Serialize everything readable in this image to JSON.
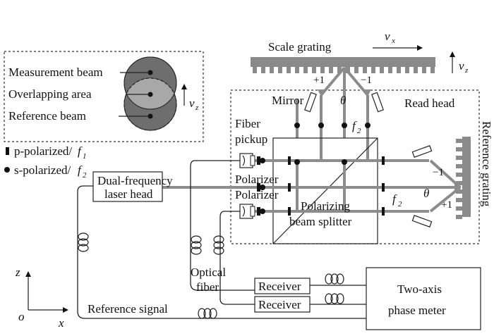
{
  "labels": {
    "scale_grating": "Scale grating",
    "vx": "v",
    "vx_sub": "x",
    "vz": "v",
    "vz_sub": "z",
    "plus1_top": "+1",
    "minus1_top": "−1",
    "theta": "θ",
    "mirror": "Mirror",
    "read_head": "Read head",
    "f2": "f",
    "f2_sub": "2",
    "fiber_pickup_1": "Fiber",
    "fiber_pickup_2": "pickup",
    "polarizer_1": "Polarizer",
    "polarizer_2": "Polarizer",
    "pbs_1": "Polarizing",
    "pbs_2": "beam splitter",
    "reference_grating": "Reference grating",
    "minus1_right": "−1",
    "plus1_right": "+1",
    "p_polarized": "p-polarized/",
    "f1": "f",
    "f1_sub": "1",
    "s_polarized": "s-polarized/",
    "laser_1": "Dual-frequency",
    "laser_2": "laser head",
    "optical_1": "Optical",
    "optical_2": "fiber",
    "receiver_1": "Receiver",
    "receiver_2": "Receiver",
    "phase_1": "Two-axis",
    "phase_2": "phase meter",
    "reference_signal": "Reference signal",
    "axis_z": "z",
    "axis_o": "o",
    "axis_x": "x",
    "measurement_beam": "Measurement beam",
    "overlapping_area": "Overlapping area",
    "reference_beam": "Reference beam"
  },
  "colors": {
    "beam": "#8c8c8c",
    "grating": "#8a8a8a",
    "circle": "#6e6e6e",
    "line": "#222222"
  }
}
